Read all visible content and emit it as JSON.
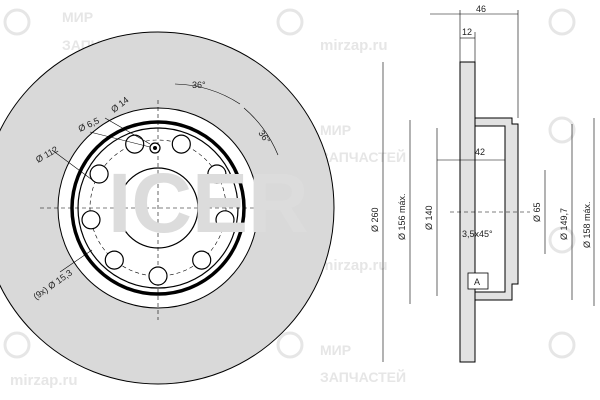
{
  "watermark": {
    "line1": "МИР",
    "line2": "ЗАПЧАСТЕЙ",
    "url": "mirzap.ru",
    "color": "#e6e6e6"
  },
  "logo": {
    "text": "ICER",
    "color": "#dcdcdc"
  },
  "front_view": {
    "angle_a": "36°",
    "angle_b": "36°",
    "hole_small": "Ø 6,5",
    "hole_large": "Ø 14",
    "pcd": "Ø 112",
    "bolt_holes": "(9x) Ø 15,3"
  },
  "section_view": {
    "total_width": "46",
    "flange": "12",
    "hat_depth": "42",
    "outer_diameter": "Ø 260",
    "friction_inner": "Ø 156 máx.",
    "hub_bore": "Ø 140",
    "center_bore": "Ø 65",
    "hat_diameter": "Ø 149,7",
    "hat_max": "Ø 158 máx.",
    "chamfer": "3,5x45°",
    "datum": "A"
  },
  "colors": {
    "disc_fill": "#d9d9d9",
    "hub_fill": "#ffffff",
    "section_fill": "#e2e2e2",
    "line": "#000000"
  }
}
